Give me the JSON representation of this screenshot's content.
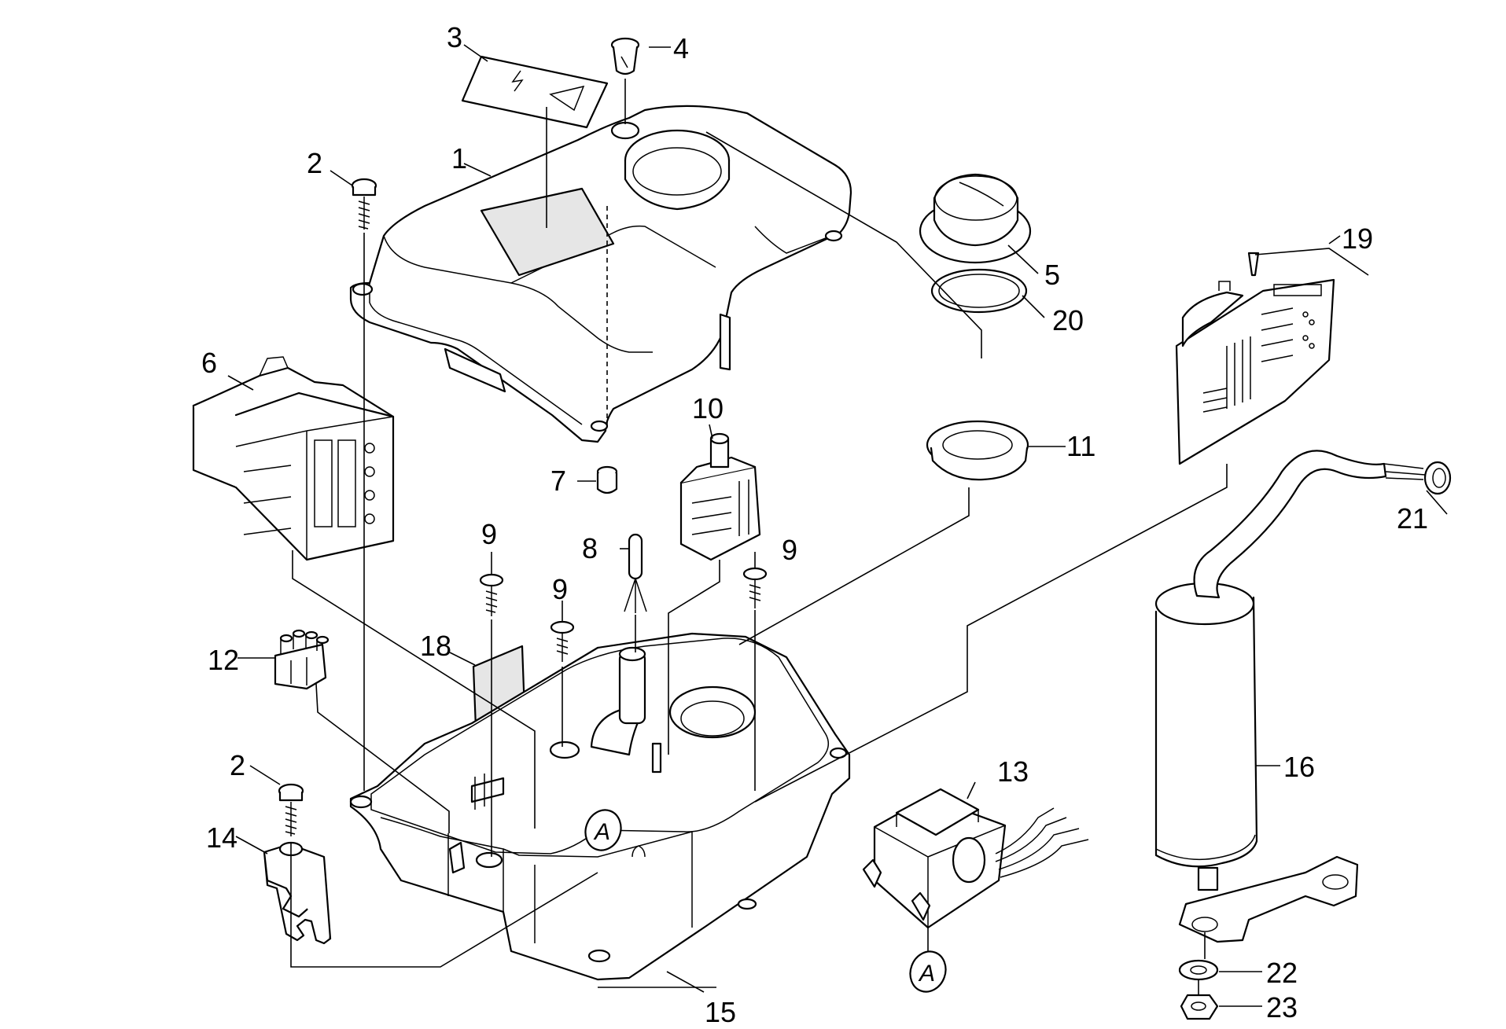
{
  "callouts": [
    {
      "id": "c3",
      "text": "3"
    },
    {
      "id": "c4",
      "text": "4"
    },
    {
      "id": "c2a",
      "text": "2"
    },
    {
      "id": "c1",
      "text": "1"
    },
    {
      "id": "c5",
      "text": "5"
    },
    {
      "id": "c20",
      "text": "20"
    },
    {
      "id": "c19",
      "text": "19"
    },
    {
      "id": "c6",
      "text": "6"
    },
    {
      "id": "c10",
      "text": "10"
    },
    {
      "id": "c11",
      "text": "11"
    },
    {
      "id": "c7",
      "text": "7"
    },
    {
      "id": "c21",
      "text": "21"
    },
    {
      "id": "c9a",
      "text": "9"
    },
    {
      "id": "c8",
      "text": "8"
    },
    {
      "id": "c9b",
      "text": "9"
    },
    {
      "id": "c9c",
      "text": "9"
    },
    {
      "id": "c18",
      "text": "18"
    },
    {
      "id": "c12",
      "text": "12"
    },
    {
      "id": "c2b",
      "text": "2"
    },
    {
      "id": "c13",
      "text": "13"
    },
    {
      "id": "c16",
      "text": "16"
    },
    {
      "id": "c14",
      "text": "14"
    },
    {
      "id": "c22",
      "text": "22"
    },
    {
      "id": "c23",
      "text": "23"
    },
    {
      "id": "c15",
      "text": "15"
    }
  ],
  "connection_refs": [
    {
      "id": "refA1",
      "text": "A"
    },
    {
      "id": "refA2",
      "text": "A"
    }
  ]
}
